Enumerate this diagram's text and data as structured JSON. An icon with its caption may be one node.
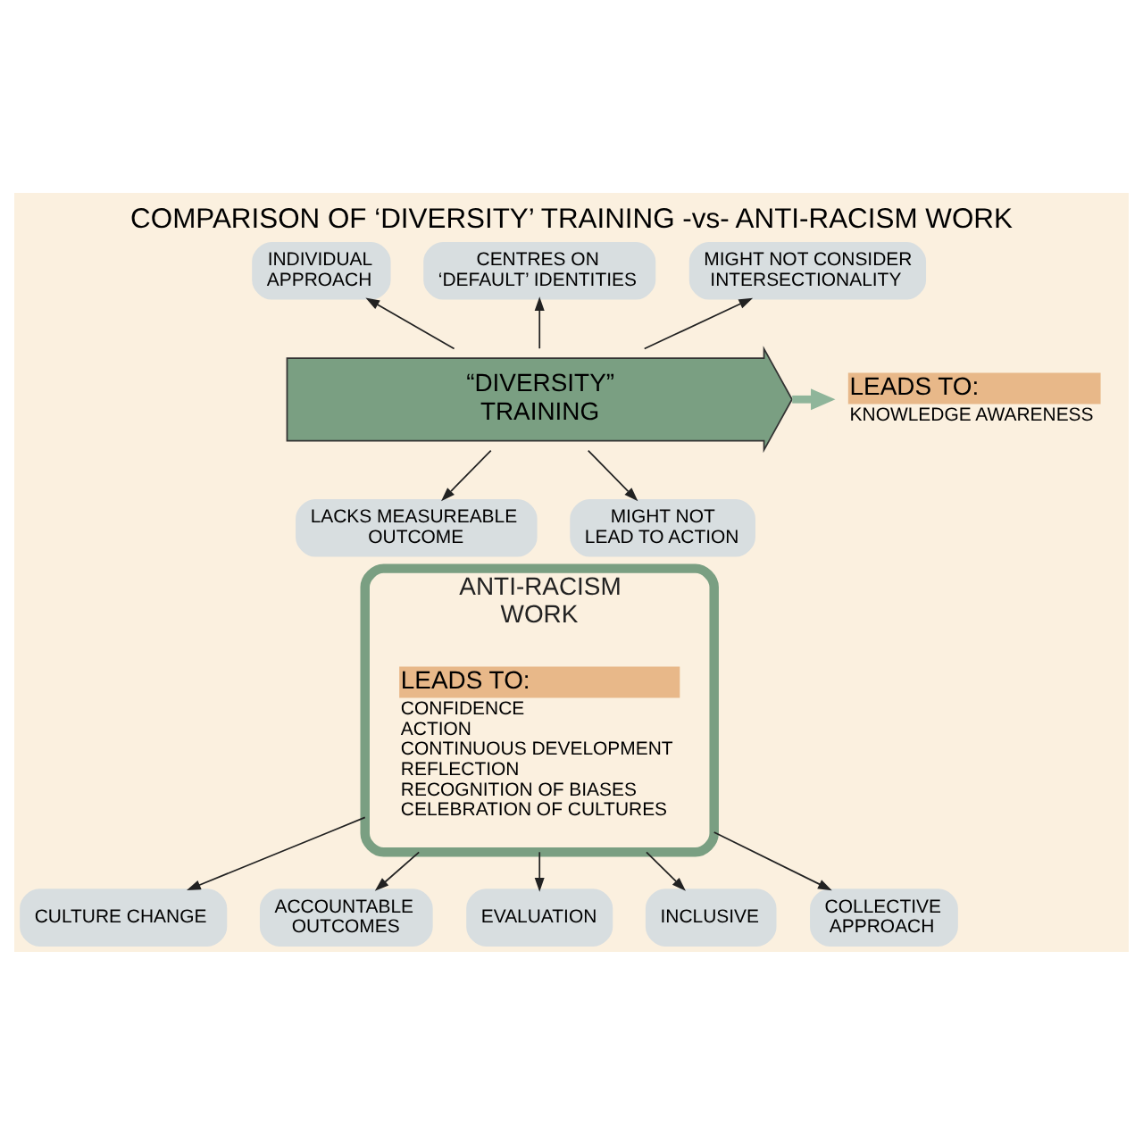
{
  "diagram": {
    "title": "COMPARISON OF ‘DIVERSITY’ TRAINING -vs- ANTI-RACISM WORK",
    "nodes": [
      {
        "text": [
          "INDIVIDUAL APPROACH"
        ]
      },
      {
        "text": [
          "CENTRES ON ‘DEFAULT’ IDENTITIES"
        ]
      },
      {
        "text": [
          "MIGHT NOT CONSIDER INTERSECTIONALITY"
        ]
      },
      {
        "text": [
          "“DIVERSITY” TRAINING"
        ]
      },
      {
        "text": [
          "LEADS TO:",
          "KNOWLEDGE AWARENESS"
        ]
      },
      {
        "text": [
          "LACKS MEASUREABLE OUTCOME"
        ]
      },
      {
        "text": [
          "MIGHT NOT LEAD TO ACTION"
        ]
      },
      {
        "text": [
          "ANTI-RACISM WORK"
        ]
      },
      {
        "text": [
          "CULTURE CHANGE"
        ]
      },
      {
        "text": [
          "LEADS TO:",
          "CONFIDENCE",
          "ACTION",
          "CONTINUOUS DEVELOPMENT",
          "REFLECTION",
          "RECOGNITION OF BIASES",
          "CELEBRATION OF CULTURES"
        ],
        "in": 7
      },
      {
        "text": [
          "ACCOUNTABLE OUTCOMES"
        ]
      },
      {
        "text": [
          "EVALUATION"
        ]
      },
      {
        "text": [
          "INCLUSIVE"
        ]
      },
      {
        "text": [
          "COLLECTIVE APPROACH"
        ]
      }
    ],
    "edges": [
      {
        "from": 3,
        "to": 0,
        "arrow": "to"
      },
      {
        "from": 3,
        "to": 1,
        "arrow": "to"
      },
      {
        "from": 3,
        "to": 2,
        "arrow": "to"
      },
      {
        "from": 3,
        "to": 4,
        "arrow": "to",
        "style": "thick",
        "color": "#8fb59a"
      },
      {
        "from": 3,
        "to": 5,
        "arrow": "to"
      },
      {
        "from": 3,
        "to": 6,
        "arrow": "to"
      },
      {
        "from": 7,
        "to": 8,
        "arrow": "to"
      },
      {
        "from": 7,
        "to": 10,
        "arrow": "to"
      },
      {
        "from": 7,
        "to": 11,
        "arrow": "to"
      },
      {
        "from": 7,
        "to": 12,
        "arrow": "to"
      },
      {
        "from": 7,
        "to": 13,
        "arrow": "to"
      }
    ]
  }
}
